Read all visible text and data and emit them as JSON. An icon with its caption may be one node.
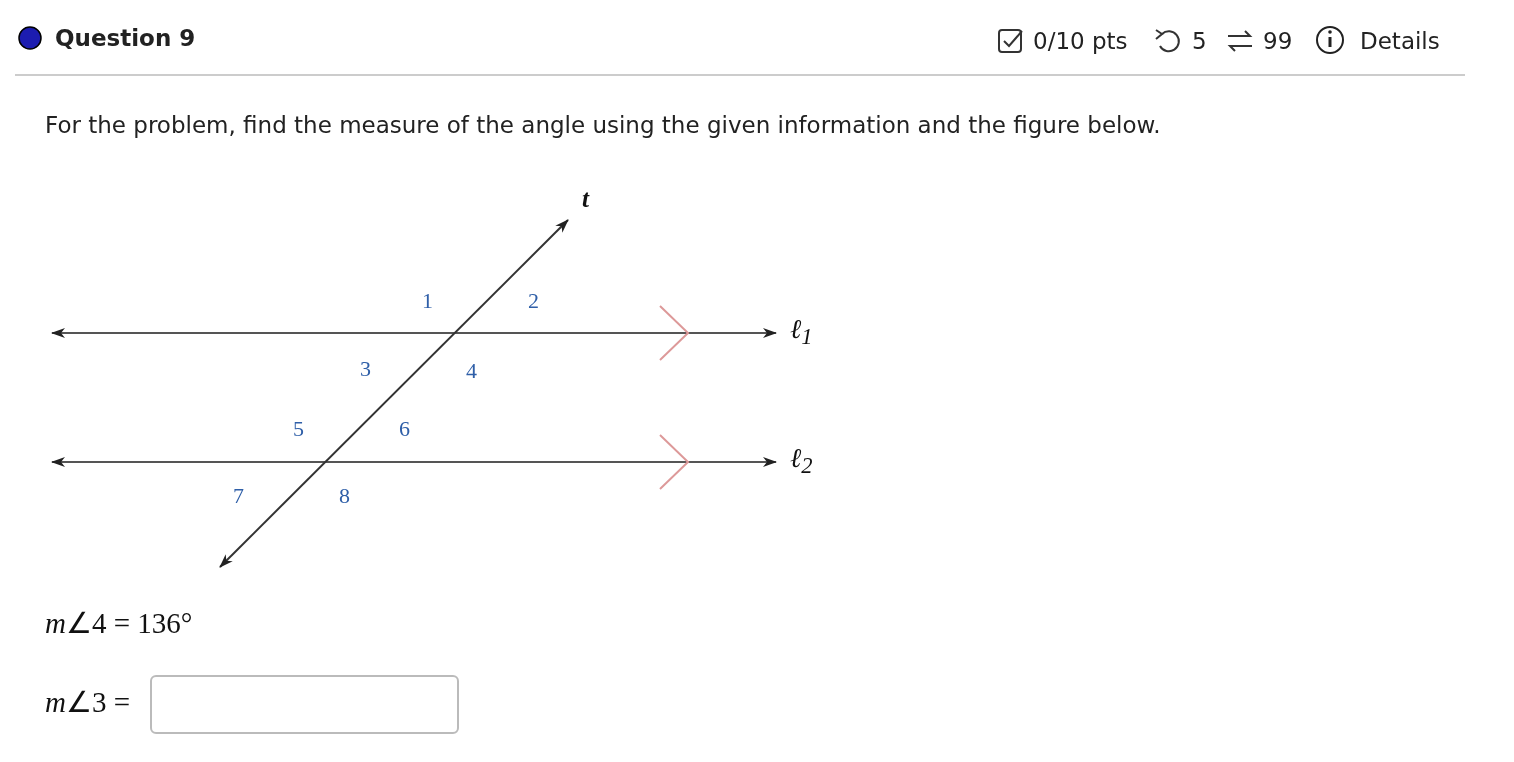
{
  "diagram": {
    "title": "Question 9",
    "labels": [
      "0/10 pts",
      "5",
      "99",
      "Details",
      "For the problem, find the measure of the angle using the given information and the figure below.",
      "t",
      "1",
      "2",
      "ℓ$_{1}$",
      "3",
      "4",
      "5",
      "6",
      "ℓ$_{2}$",
      "7",
      "8",
      "*m*∠4 = 136°",
      "*m*∠3 ="
    ]
  }
}
